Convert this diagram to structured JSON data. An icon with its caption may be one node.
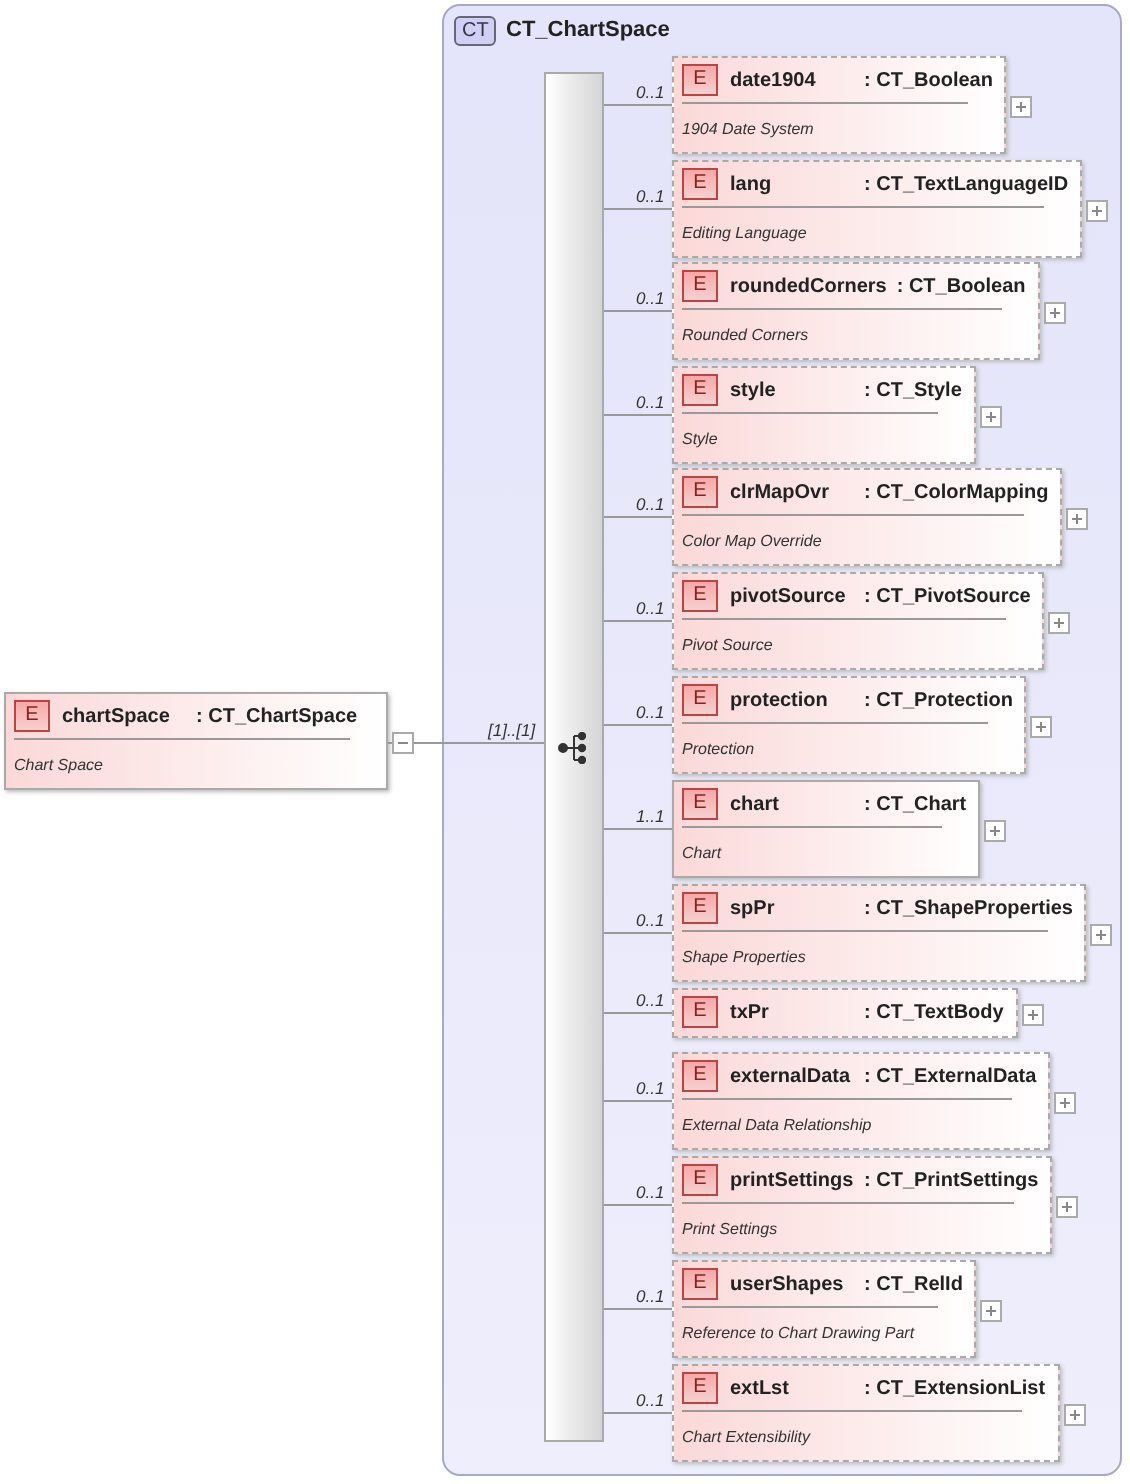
{
  "diagram": {
    "nodes": [
      {
        "text": [
          "E",
          "chartSpace",
          ": CT_ChartSpace",
          "Chart Space"
        ]
      },
      {
        "text": [
          "CT",
          "CT_ChartSpace"
        ]
      },
      {
        "text": [],
        "shape": "bar",
        "in": 1
      },
      {
        "text": [
          "E",
          "date1904",
          ": CT_Boolean",
          "1904 Date System"
        ],
        "in": 1
      },
      {
        "text": [
          "E",
          "lang",
          ": CT_TextLanguageID",
          "Editing Language"
        ],
        "in": 1
      },
      {
        "text": [
          "E",
          "roundedCorners",
          ": CT_Boolean",
          "Rounded Corners"
        ],
        "in": 1
      },
      {
        "text": [
          "E",
          "style",
          ": CT_Style",
          "Style"
        ],
        "in": 1
      },
      {
        "text": [
          "E",
          "clrMapOvr",
          ": CT_ColorMapping",
          "Color Map Override"
        ],
        "in": 1
      },
      {
        "text": [
          "E",
          "pivotSource",
          ": CT_PivotSource",
          "Pivot Source"
        ],
        "in": 1
      },
      {
        "text": [
          "E",
          "protection",
          ": CT_Protection",
          "Protection"
        ],
        "in": 1
      },
      {
        "text": [
          "E",
          "chart",
          ": CT_Chart",
          "Chart"
        ],
        "in": 1
      },
      {
        "text": [
          "E",
          "spPr",
          ": CT_ShapeProperties",
          "Shape Properties"
        ],
        "in": 1
      },
      {
        "text": [
          "E",
          "txPr",
          ": CT_TextBody"
        ],
        "in": 1
      },
      {
        "text": [
          "E",
          "externalData",
          ": CT_ExternalData",
          "External Data Relationship"
        ],
        "in": 1
      },
      {
        "text": [
          "E",
          "printSettings",
          ": CT_PrintSettings",
          "Print Settings"
        ],
        "in": 1
      },
      {
        "text": [
          "E",
          "userShapes",
          ": CT_RelId",
          "Reference to Chart Drawing Part"
        ],
        "in": 1
      },
      {
        "text": [
          "E",
          "extLst",
          ": CT_ExtensionList",
          "Chart Extensibility"
        ],
        "in": 1
      }
    ],
    "edges": [
      {
        "from": 0,
        "to": 2,
        "arrow": "none",
        "label": "[1]..[1]"
      },
      {
        "from": 2,
        "to": 3,
        "arrow": "none",
        "label": "0..1"
      },
      {
        "from": 2,
        "to": 4,
        "arrow": "none",
        "label": "0..1"
      },
      {
        "from": 2,
        "to": 5,
        "arrow": "none",
        "label": "0..1"
      },
      {
        "from": 2,
        "to": 6,
        "arrow": "none",
        "label": "0..1"
      },
      {
        "from": 2,
        "to": 7,
        "arrow": "none",
        "label": "0..1"
      },
      {
        "from": 2,
        "to": 8,
        "arrow": "none",
        "label": "0..1"
      },
      {
        "from": 2,
        "to": 9,
        "arrow": "none",
        "label": "0..1"
      },
      {
        "from": 2,
        "to": 10,
        "arrow": "none",
        "label": "1..1"
      },
      {
        "from": 2,
        "to": 11,
        "arrow": "none",
        "label": "0..1"
      },
      {
        "from": 2,
        "to": 12,
        "arrow": "none",
        "label": "0..1"
      },
      {
        "from": 2,
        "to": 13,
        "arrow": "none",
        "label": "0..1"
      },
      {
        "from": 2,
        "to": 14,
        "arrow": "none",
        "label": "0..1"
      },
      {
        "from": 2,
        "to": 15,
        "arrow": "none",
        "label": "0..1"
      },
      {
        "from": 2,
        "to": 16,
        "arrow": "none",
        "label": "0..1"
      }
    ]
  }
}
